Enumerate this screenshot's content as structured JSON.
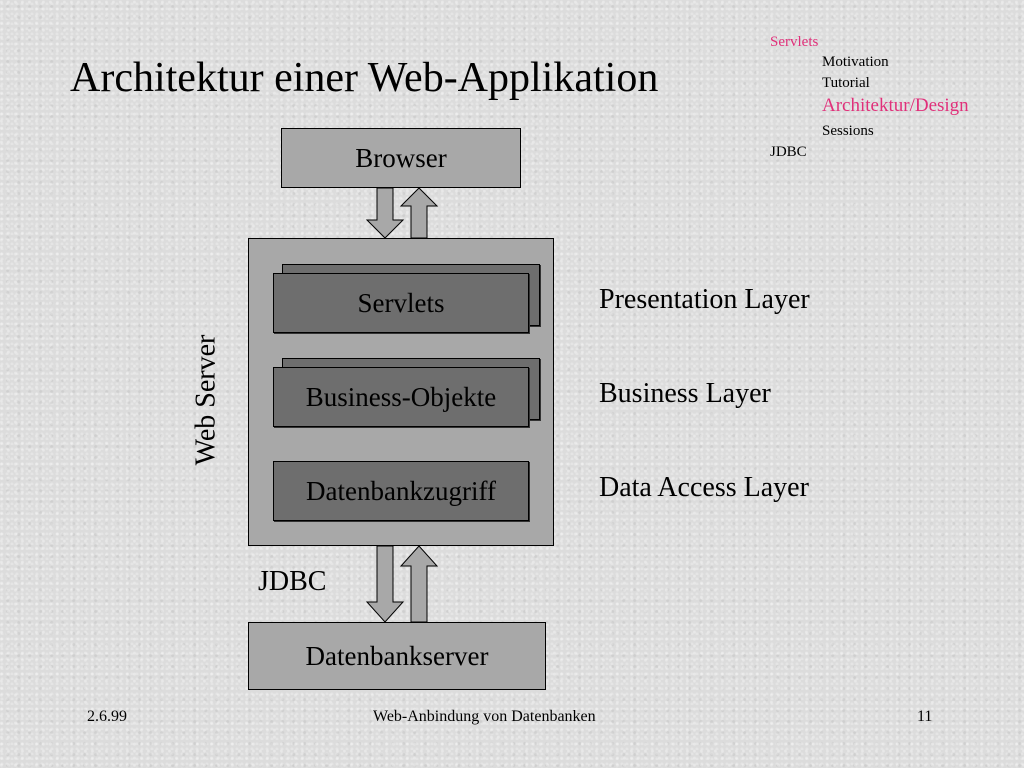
{
  "slide": {
    "title": "Architektur einer Web-Applikation",
    "footer_date": "2.6.99",
    "footer_center": "Web-Anbindung von Datenbanken",
    "page_number": "11"
  },
  "nav": {
    "section_current": "Servlets",
    "items": [
      "Motivation",
      "Tutorial",
      "Architektur/Design",
      "Sessions"
    ],
    "section_next": "JDBC",
    "colors": {
      "active": "#e0307a",
      "normal": "#000000"
    }
  },
  "diagram": {
    "browser": "Browser",
    "web_server_label": "Web Server",
    "servlets": "Servlets",
    "business_objects": "Business-Objekte",
    "db_access": "Datenbankzugriff",
    "jdbc": "JDBC",
    "db_server": "Datenbankserver",
    "layers": [
      "Presentation Layer",
      "Business Layer",
      "Data Access Layer"
    ]
  }
}
